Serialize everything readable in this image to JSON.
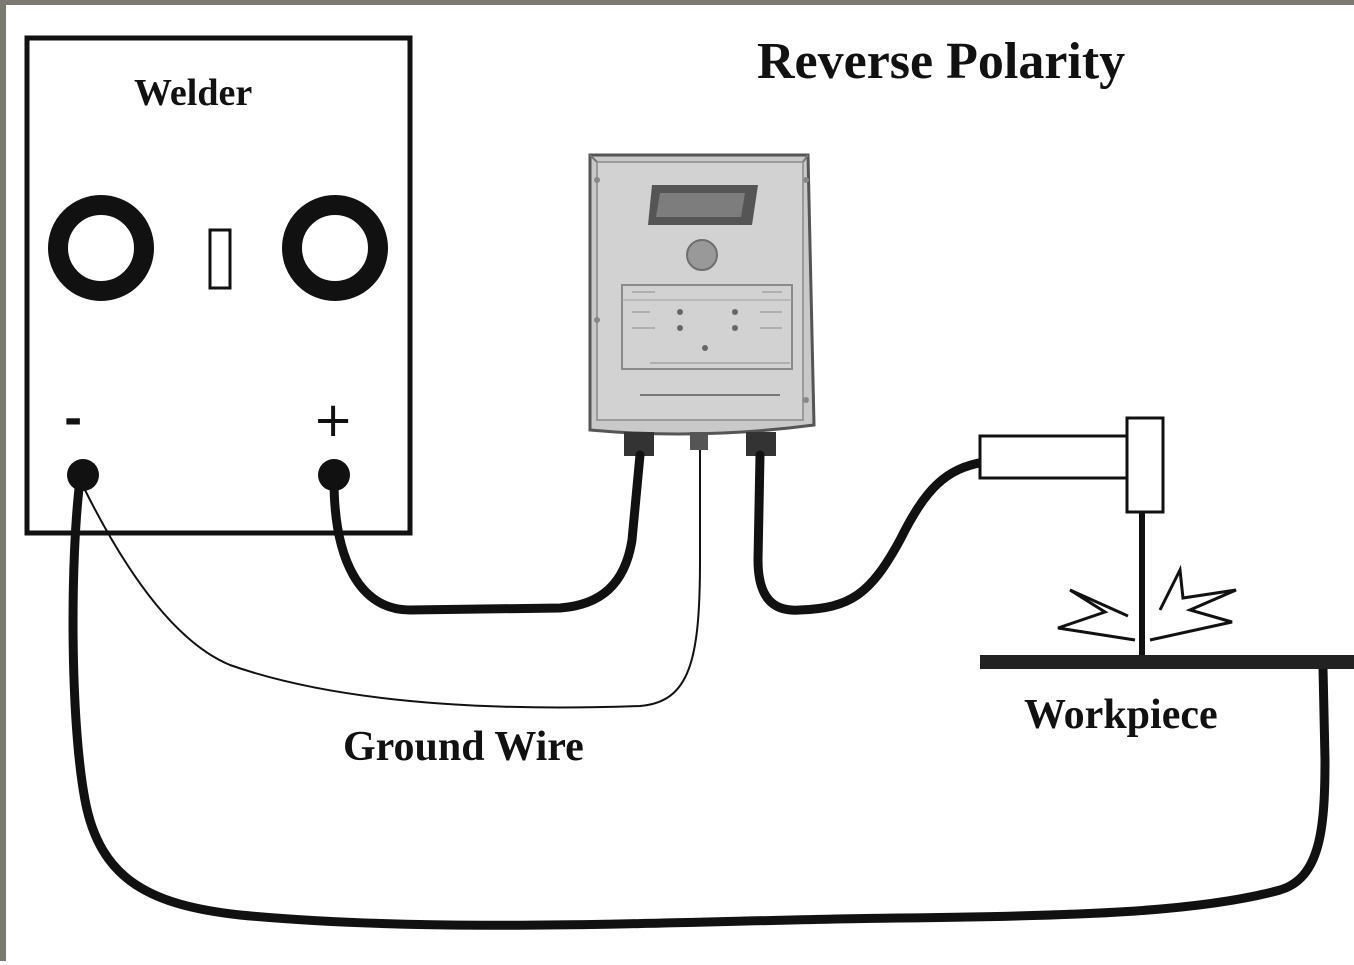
{
  "title": "Reverse Polarity",
  "welder": {
    "label": "Welder",
    "negative_terminal": "-",
    "positive_terminal": "+"
  },
  "labels": {
    "ground_wire": "Ground Wire",
    "workpiece": "Workpiece"
  },
  "colors": {
    "frame": "#7a7a72",
    "ink": "#111111",
    "device_body": "#c8c8c8",
    "background": "#ffffff"
  }
}
